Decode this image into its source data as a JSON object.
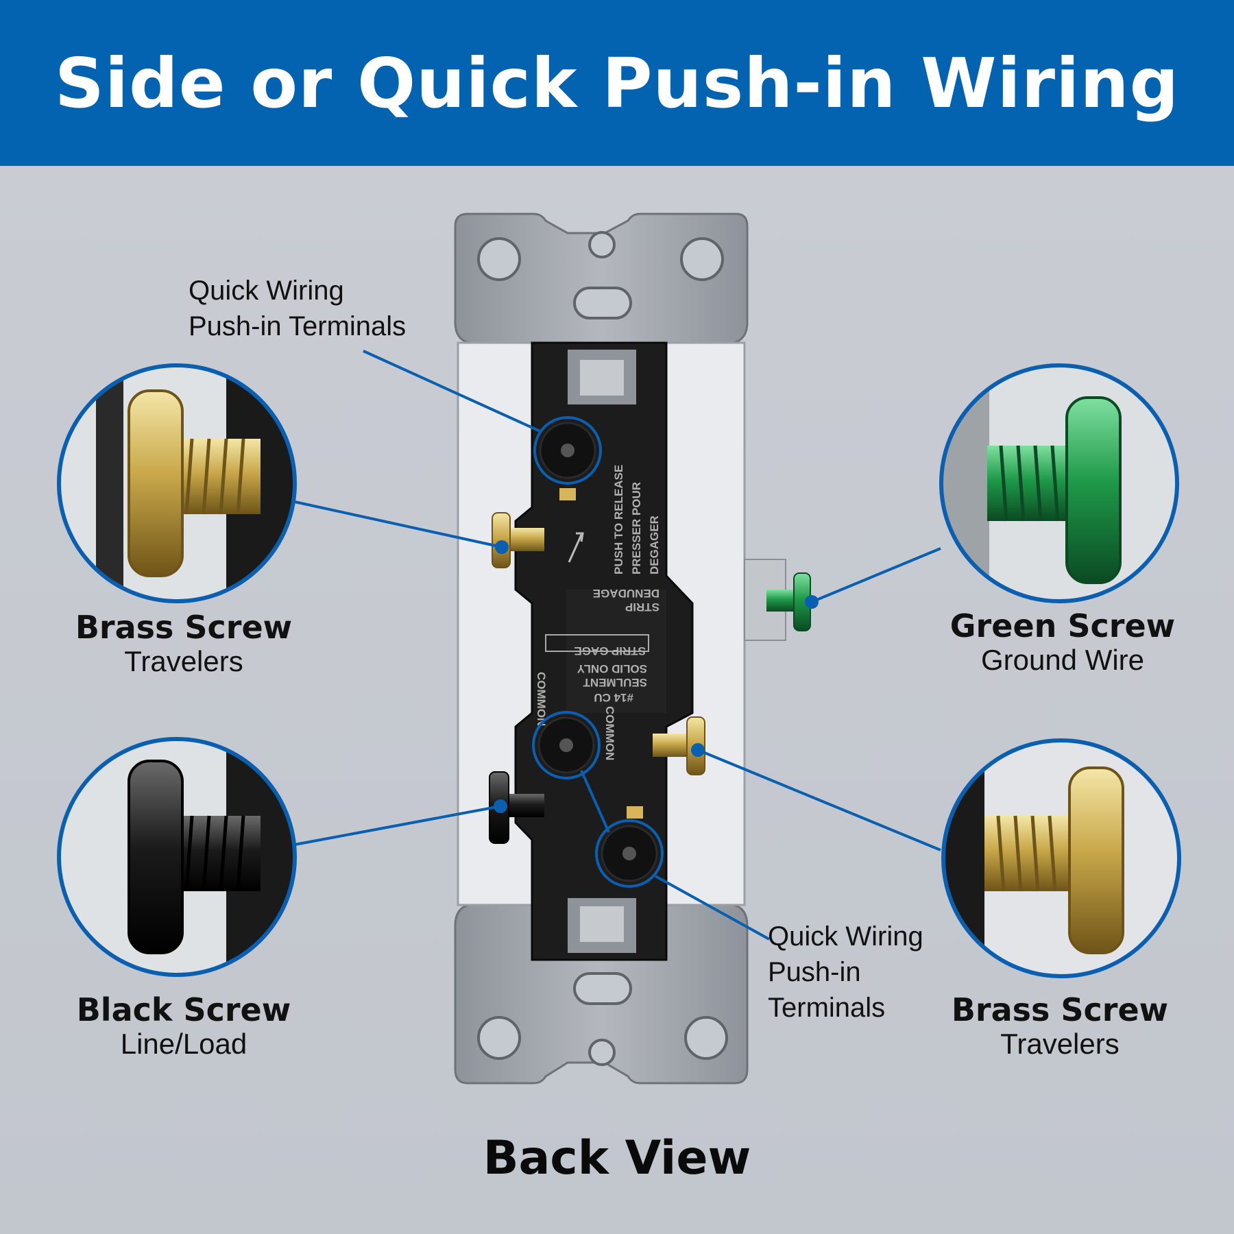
{
  "title": "Side or Quick Push-in Wiring",
  "callouts": {
    "push_in_top": [
      "Quick Wiring",
      "Push-in Terminals"
    ],
    "push_in_bottom": [
      "Quick Wiring",
      "Push-in",
      "Terminals"
    ]
  },
  "labels": {
    "brass_left": {
      "title": "Brass Screw",
      "subtitle": "Travelers"
    },
    "black_left": {
      "title": "Black Screw",
      "subtitle": "Line/Load"
    },
    "green_right": {
      "title": "Green Screw",
      "subtitle": "Ground Wire"
    },
    "brass_right": {
      "title": "Brass Screw",
      "subtitle": "Travelers"
    }
  },
  "device_text": {
    "push_release": [
      "PUSH TO RELEASE",
      "PRESSER POUR",
      "DEGAGER"
    ],
    "strip": [
      "STRIP",
      "DENUDAGE"
    ],
    "strip_gage": "STRIP GAGE",
    "wire_spec": [
      "#14 CU",
      "SEULMENT",
      "SOLID ONLY"
    ],
    "common_left": "COMMON",
    "common_right": "COMMON"
  },
  "footer": "Back View",
  "colors": {
    "banner": "#0363b0",
    "callout_line": "#0a5fb0",
    "brass": "#c9a84a",
    "green": "#1f9a4a",
    "black": "#1b1b1b"
  }
}
